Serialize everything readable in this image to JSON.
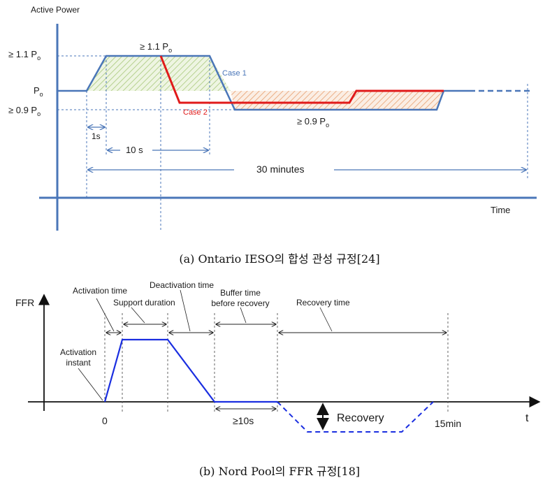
{
  "figure_a": {
    "y_axis_label": "Active Power",
    "x_axis_label": "Time",
    "level_high": "≥ 1.1 P",
    "level_high_sub": "o",
    "level_nominal": "P",
    "level_nominal_sub": "o",
    "level_low": "≥ 0.9 P",
    "level_low_sub": "o",
    "top_label": "≥ 1.1 P",
    "top_label_sub": "o",
    "bottom_label": "≥ 0.9 P",
    "bottom_label_sub": "o",
    "case1_label": "Case 1",
    "case2_label": "Case 2",
    "span_1s": "1s",
    "span_10s": "10 s",
    "span_30min": "30 minutes",
    "caption": "(a) Ontario IESO의 합성 관성 규정[24]",
    "colors": {
      "axis": "#4a76b8",
      "case1": "#4a76b8",
      "case2": "#e01a1a",
      "hatch_green": "#a8c87a",
      "hatch_orange": "#e8a070"
    }
  },
  "figure_b": {
    "y_axis_label": "FFR",
    "x_axis_label": "t",
    "activation_time": "Activation time",
    "support_duration": "Support duration",
    "deactivation_time": "Deactivation time",
    "buffer_time_1": "Buffer time",
    "buffer_time_2": "before recovery",
    "recovery_time": "Recovery time",
    "activation_instant_1": "Activation",
    "activation_instant_2": "instant",
    "tick_zero": "0",
    "span_10s": "≥10s",
    "recovery_label": "Recovery",
    "tick_15min": "15min",
    "caption": "(b) Nord Pool의 FFR 규정[18]",
    "colors": {
      "curve": "#1a2ee0"
    }
  }
}
